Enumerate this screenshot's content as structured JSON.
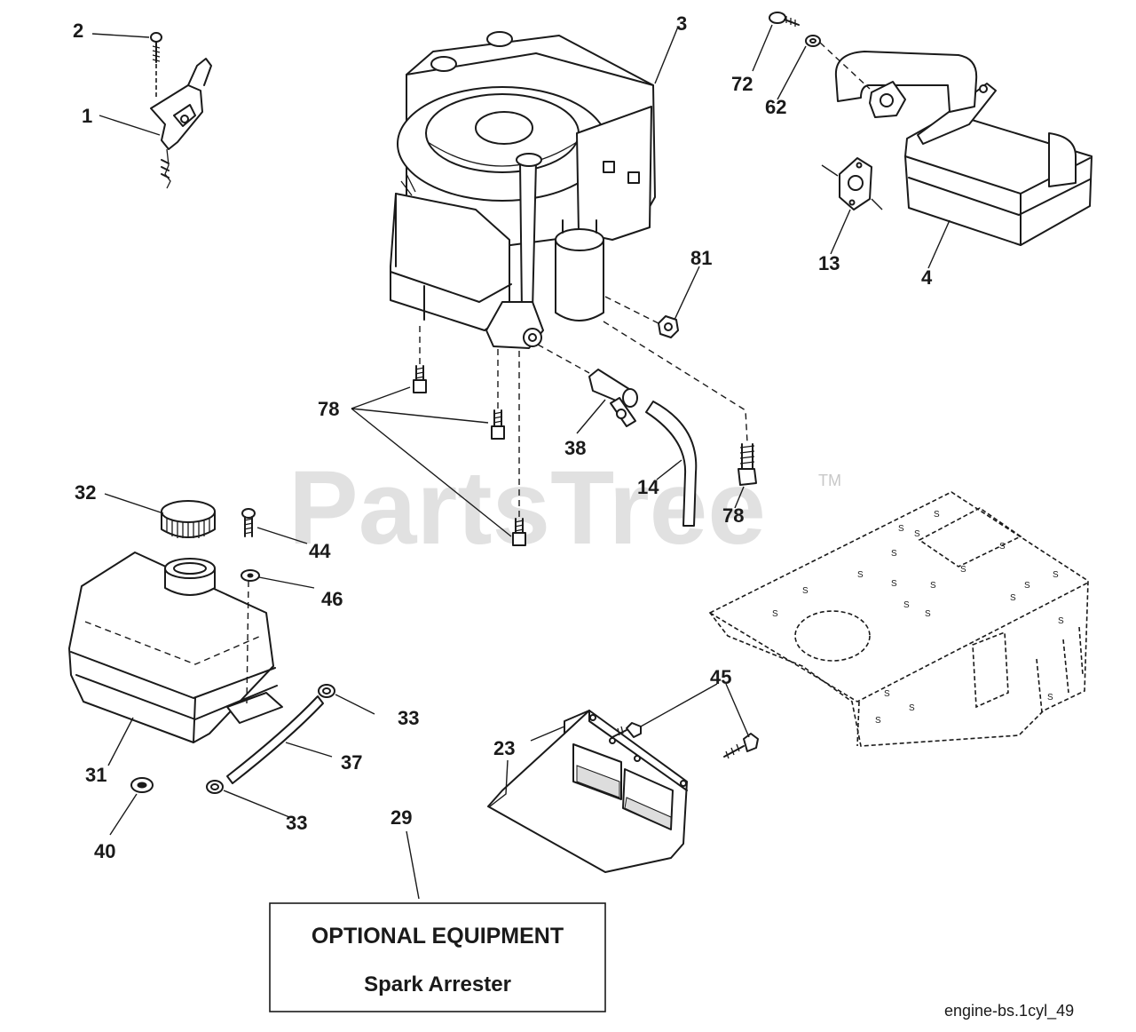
{
  "watermark": {
    "text": "PartsTree",
    "trademark": "TM"
  },
  "callouts": {
    "c1": "1",
    "c2": "2",
    "c3": "3",
    "c4": "4",
    "c13": "13",
    "c14": "14",
    "c23": "23",
    "c29": "29",
    "c31": "31",
    "c32": "32",
    "c33a": "33",
    "c33b": "33",
    "c37": "37",
    "c38": "38",
    "c40": "40",
    "c44": "44",
    "c45": "45",
    "c46": "46",
    "c62": "62",
    "c72": "72",
    "c78a": "78",
    "c78b": "78",
    "c81": "81"
  },
  "optional_box": {
    "title": "OPTIONAL EQUIPMENT",
    "subtitle": "Spark Arrester"
  },
  "footer_code": "engine-bs.1cyl_49"
}
